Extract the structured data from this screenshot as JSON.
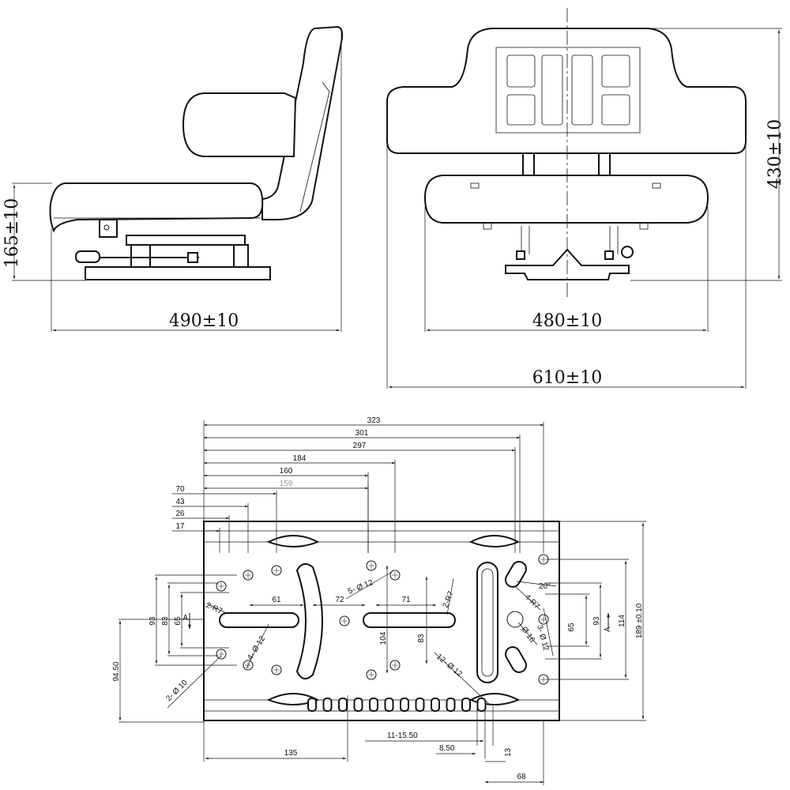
{
  "overall": {
    "side_height": "165±10",
    "side_depth": "490±10",
    "front_height": "430±10",
    "cushion_width": "480±10",
    "back_width": "610±10"
  },
  "plate": {
    "top_dims": [
      "323",
      "301",
      "297",
      "184",
      "160",
      "159",
      "70",
      "43",
      "26",
      "17"
    ],
    "inner": {
      "d61": "61",
      "d72": "72",
      "d71": "71",
      "holes_5_d12": "5- Ø 12",
      "r7_2": "2-R7",
      "r7_4": "4-R7",
      "holes_4_d12": "4- Ø 12",
      "holes_2_d10": "2- Ø 10",
      "d104": "104",
      "d83_mid": "83",
      "slots_12_d12": "12- Ø 12",
      "d16": "Ø 16",
      "holes_3_d12": "3- Ø 12",
      "angle20": "20°",
      "d65_right": "65",
      "section_a": "A"
    },
    "left_dims": [
      "93",
      "83",
      "65",
      "94.50"
    ],
    "right_dims": [
      "93",
      "114",
      "189 ±0.10"
    ],
    "bottom_dims": [
      "11-15.50",
      "8.50",
      "13",
      "135",
      "68"
    ]
  }
}
